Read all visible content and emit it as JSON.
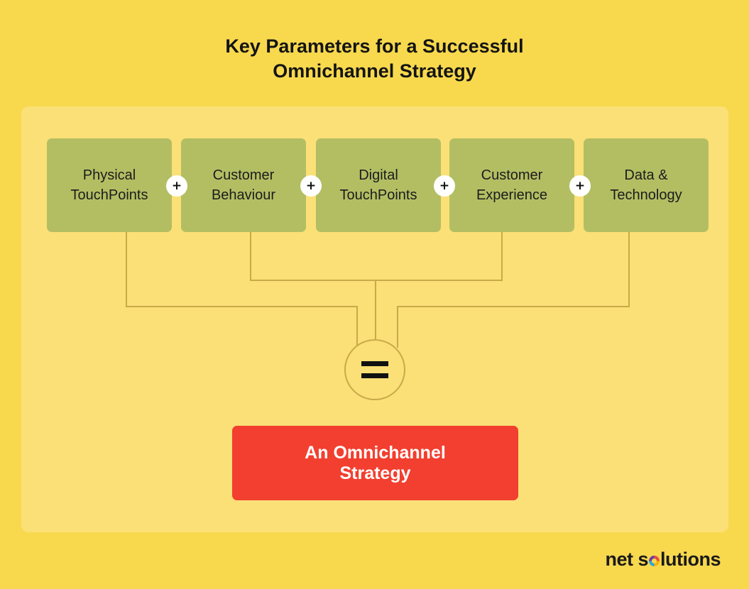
{
  "title": {
    "line1": "Key Parameters for a Successful",
    "line2": "Omnichannel Strategy"
  },
  "parameters": [
    {
      "line1": "Physical",
      "line2": "TouchPoints"
    },
    {
      "line1": "Customer",
      "line2": "Behaviour"
    },
    {
      "line1": "Digital",
      "line2": "TouchPoints"
    },
    {
      "line1": "Customer",
      "line2": "Experience"
    },
    {
      "line1": "Data &",
      "line2": "Technology"
    }
  ],
  "operators": {
    "plus": "+",
    "equals_icon": "equals-icon"
  },
  "result": {
    "line1": "An Omnichannel",
    "line2": "Strategy"
  },
  "logo": {
    "part1": "net s",
    "ring_icon": "o-ring-icon",
    "part2": "lutions"
  },
  "colors": {
    "background": "#f8d94e",
    "panel": "#fae076",
    "parameter_box": "#b3be63",
    "result_box": "#f23f2f",
    "connector": "#c9a94a"
  }
}
